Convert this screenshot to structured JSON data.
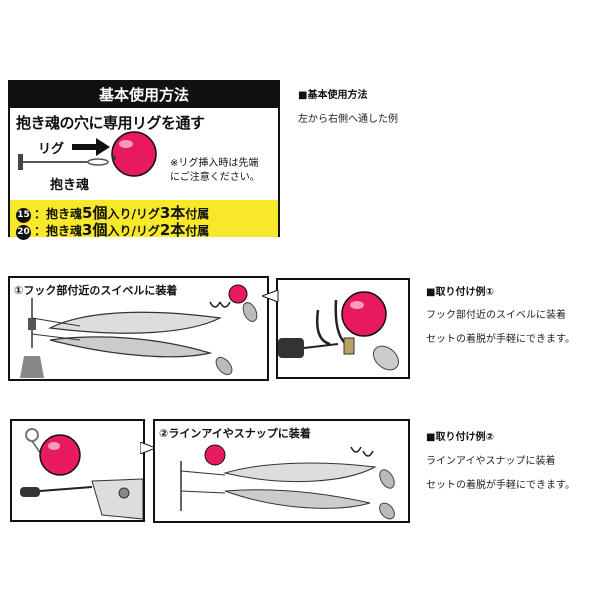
{
  "panel1": {
    "header": "基本使用方法",
    "instruction": "抱き魂の穴に専用リグを通す",
    "rig_label": "リグ",
    "daki_label": "抱き魂",
    "note_line1": "※リグ挿入時は先端",
    "note_line2": "にご注意ください。",
    "row15": {
      "badge": "15",
      "pre": "：抱き魂",
      "count": "5個",
      "mid": "入り/リグ",
      "rigs": "3本",
      "post": "付属"
    },
    "row20": {
      "badge": "20",
      "pre": "：抱き魂",
      "count": "3個",
      "mid": "入り/リグ",
      "rigs": "2本",
      "post": "付属"
    }
  },
  "side1": {
    "title": "■基本使用方法",
    "text": "左から右側へ通した例"
  },
  "panel2": {
    "label": "①フック部付近のスイベルに装着"
  },
  "side2": {
    "title": "■取り付け例①",
    "line1": "フック部付近のスイベルに装着",
    "line2": "セットの着脱が手軽にできます。"
  },
  "panel3": {
    "label": "②ラインアイやスナップに装着"
  },
  "side3": {
    "title": "■取り付け例②",
    "line1": "ラインアイやスナップに装着",
    "line2": "セットの着脱が手軽にできます。"
  },
  "colors": {
    "bead": "#e8195e",
    "yellow": "#f7e92a",
    "ink": "#111111"
  }
}
